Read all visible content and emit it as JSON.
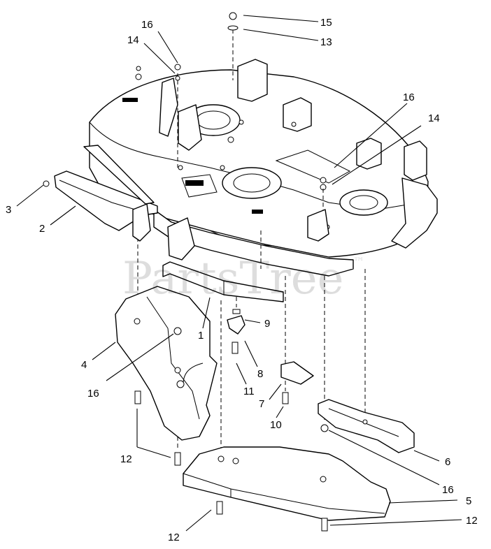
{
  "watermark": "PartsTree",
  "watermark_mark": "™",
  "callouts": {
    "c1": "1",
    "c2": "2",
    "c3": "3",
    "c4": "4",
    "c5": "5",
    "c6": "6",
    "c7": "7",
    "c8": "8",
    "c9": "9",
    "c10": "10",
    "c11": "11",
    "c12a": "12",
    "c12b": "12",
    "c12c": "12",
    "c13": "13",
    "c14a": "14",
    "c14b": "14",
    "c15": "15",
    "c16a": "16",
    "c16b": "16",
    "c16c": "16",
    "c16d": "16"
  }
}
